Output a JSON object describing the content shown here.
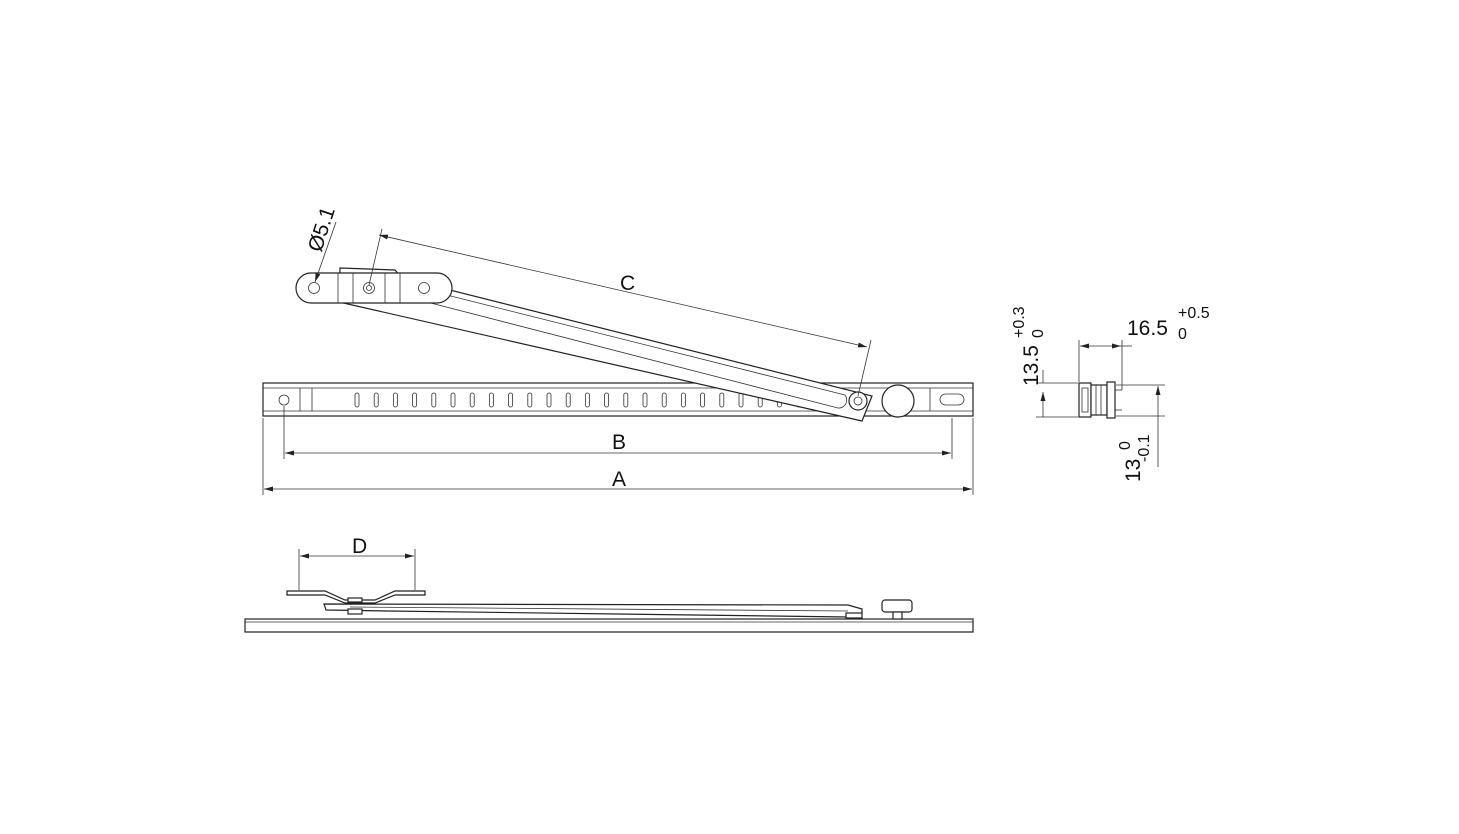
{
  "dimensions": {
    "A": "A",
    "B": "B",
    "C": "C",
    "D": "D",
    "hole_diameter": "Ø5.1"
  },
  "side_view": {
    "height_value": "13.5",
    "height_tol_upper": "+0.3",
    "height_tol_lower": "0",
    "width_value": "16.5",
    "width_tol_upper": "+0.5",
    "width_tol_lower": "0",
    "base_value": "13",
    "base_tol_upper": "0",
    "base_tol_lower": "-0.1"
  },
  "colors": {
    "line": "#222222",
    "background": "#ffffff"
  }
}
